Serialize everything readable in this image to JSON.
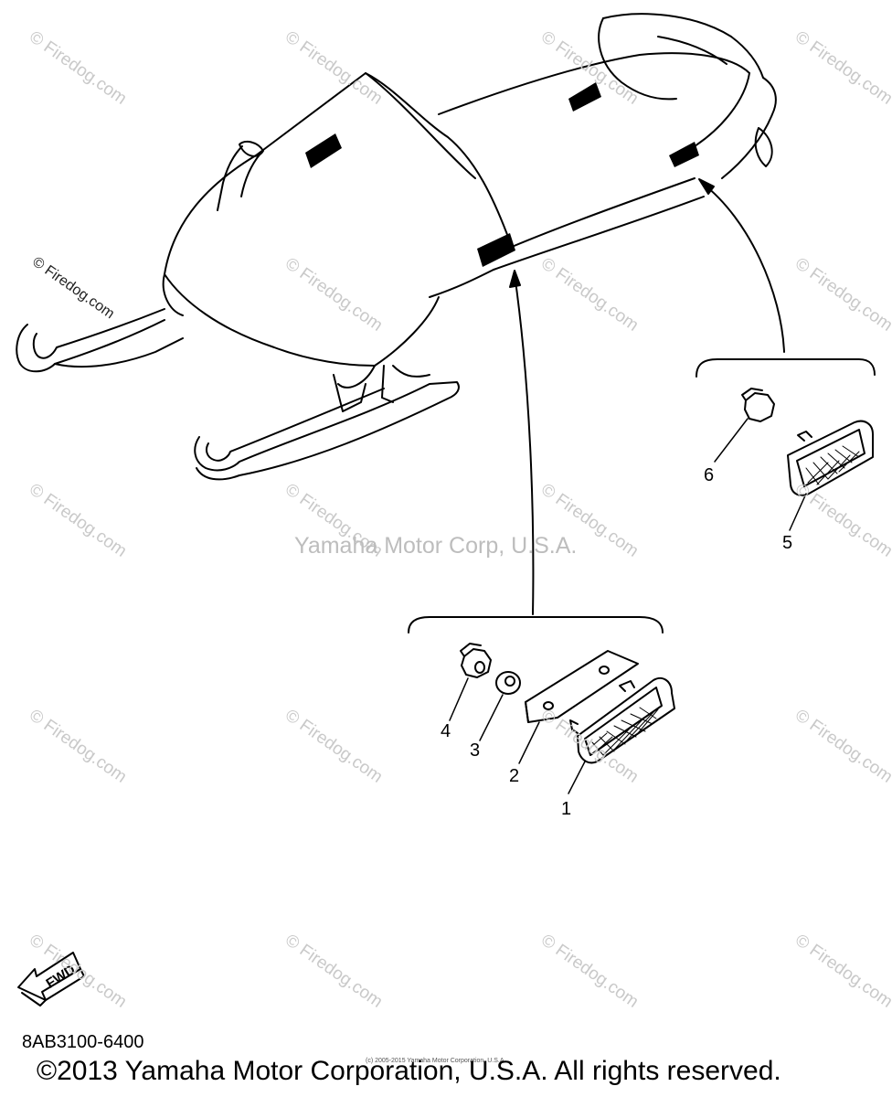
{
  "callouts": [
    {
      "id": "1",
      "label": "1"
    },
    {
      "id": "2",
      "label": "2"
    },
    {
      "id": "3",
      "label": "3"
    },
    {
      "id": "4",
      "label": "4"
    },
    {
      "id": "5",
      "label": "5"
    },
    {
      "id": "6",
      "label": "6"
    }
  ],
  "watermark_text": "© Firedog.com",
  "center_credit": "Yamaha Motor Corp, U.S.A.",
  "part_code": "8AB3100-6400",
  "fwd_label": "FWD",
  "tiny_credit": "(c) 2005-2015 Yamaha Motor Corporation, U.S.A.",
  "copyright": "©2013 Yamaha Motor Corporation, U.S.A. All rights reserved."
}
